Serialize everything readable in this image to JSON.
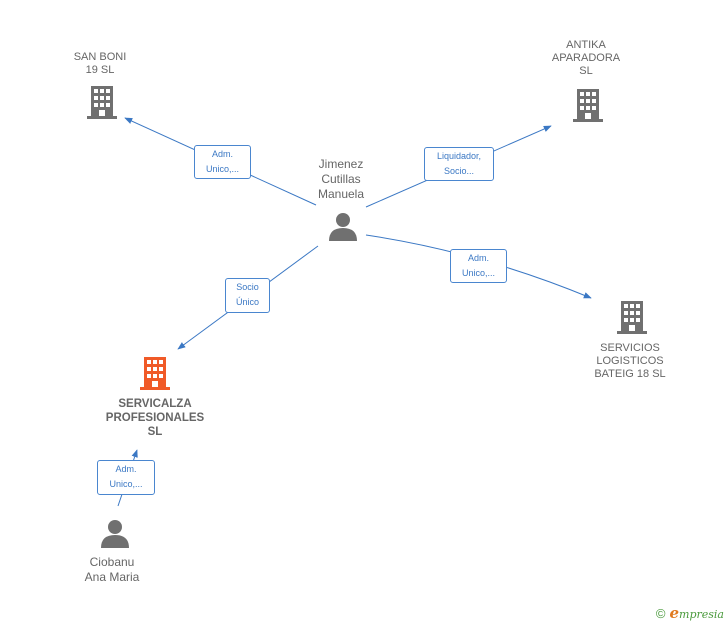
{
  "colors": {
    "edge": "#3b78c4",
    "company": "#707070",
    "main_company": "#f05a28",
    "person": "#707070"
  },
  "nodes": {
    "san_boni": {
      "lines": [
        "SAN BONI",
        "19  SL"
      ],
      "icon": "building-icon"
    },
    "antika": {
      "lines": [
        "ANTIKA",
        "APARADORA",
        "SL"
      ],
      "icon": "building-icon"
    },
    "jimenez": {
      "lines": [
        "Jimenez",
        "Cutillas",
        "Manuela"
      ],
      "icon": "person-icon"
    },
    "servicios": {
      "lines": [
        "SERVICIOS",
        "LOGISTICOS",
        "BATEIG 18  SL"
      ],
      "icon": "building-icon"
    },
    "servicalza": {
      "lines": [
        "SERVICALZA",
        "PROFESIONALES",
        "SL"
      ],
      "icon": "building-icon"
    },
    "ciobanu": {
      "lines": [
        "Ciobanu",
        "Ana Maria"
      ],
      "icon": "person-icon"
    }
  },
  "edges": {
    "jimenez_san_boni": [
      "Adm.",
      "Unico,..."
    ],
    "jimenez_antika": [
      "Liquidador,",
      "Socio..."
    ],
    "jimenez_servicios": [
      "Adm.",
      "Unico,..."
    ],
    "jimenez_servicalza": [
      "Socio",
      "Único"
    ],
    "ciobanu_servicalza": [
      "Adm.",
      "Unico,..."
    ]
  },
  "footer": {
    "copyright": "©",
    "brand_initial": "e",
    "brand_rest": "mpresia"
  }
}
